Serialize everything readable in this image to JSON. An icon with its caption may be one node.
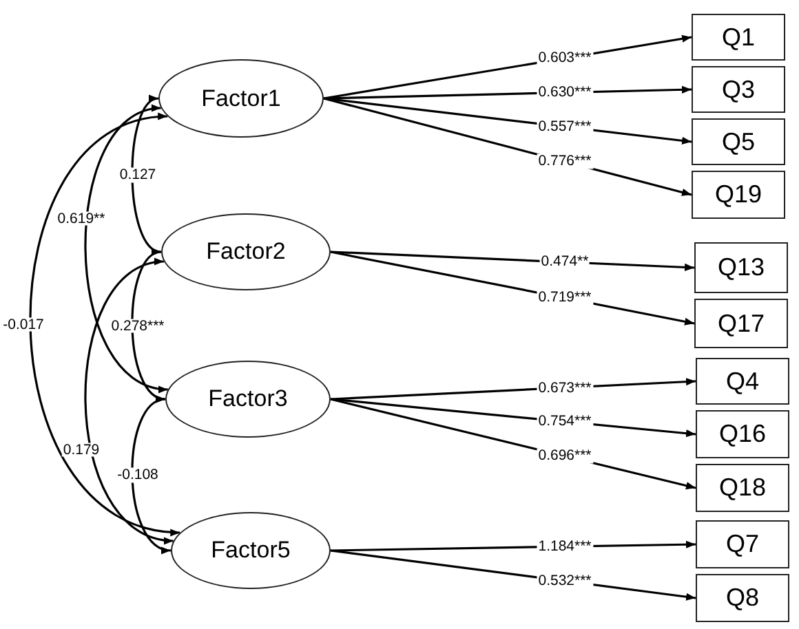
{
  "diagram": {
    "nodes": [
      {
        "text": [
          "Factor1"
        ]
      },
      {
        "text": [
          "Factor2"
        ]
      },
      {
        "text": [
          "Factor3"
        ]
      },
      {
        "text": [
          "Factor5"
        ]
      },
      {
        "text": [
          "Q1"
        ]
      },
      {
        "text": [
          "Q3"
        ]
      },
      {
        "text": [
          "Q5"
        ]
      },
      {
        "text": [
          "Q19"
        ]
      },
      {
        "text": [
          "Q13"
        ]
      },
      {
        "text": [
          "Q17"
        ]
      },
      {
        "text": [
          "Q4"
        ]
      },
      {
        "text": [
          "Q16"
        ]
      },
      {
        "text": [
          "Q18"
        ]
      },
      {
        "text": [
          "Q7"
        ]
      },
      {
        "text": [
          "Q8"
        ]
      }
    ],
    "edges": [
      {
        "from": 0,
        "to": 1,
        "arrow": "both",
        "label": "0.127"
      },
      {
        "from": 1,
        "to": 2,
        "arrow": "both",
        "label": "0.278***"
      },
      {
        "from": 2,
        "to": 3,
        "arrow": "both",
        "label": "-0.108"
      },
      {
        "from": 0,
        "to": 2,
        "arrow": "both",
        "label": "0.619**"
      },
      {
        "from": 1,
        "to": 3,
        "arrow": "both",
        "label": "0.179"
      },
      {
        "from": 0,
        "to": 3,
        "arrow": "both",
        "label": "-0.017"
      },
      {
        "from": 0,
        "to": 4,
        "arrow": "to",
        "label": "0.603***"
      },
      {
        "from": 0,
        "to": 5,
        "arrow": "to",
        "label": "0.630***"
      },
      {
        "from": 0,
        "to": 6,
        "arrow": "to",
        "label": "0.557***"
      },
      {
        "from": 0,
        "to": 7,
        "arrow": "to",
        "label": "0.776***"
      },
      {
        "from": 1,
        "to": 8,
        "arrow": "to",
        "label": "0.474**"
      },
      {
        "from": 1,
        "to": 9,
        "arrow": "to",
        "label": "0.719***"
      },
      {
        "from": 2,
        "to": 10,
        "arrow": "to",
        "label": "0.673***"
      },
      {
        "from": 2,
        "to": 11,
        "arrow": "to",
        "label": "0.754***"
      },
      {
        "from": 2,
        "to": 12,
        "arrow": "to",
        "label": "0.696***"
      },
      {
        "from": 3,
        "to": 13,
        "arrow": "to",
        "label": "1.184***"
      },
      {
        "from": 3,
        "to": 14,
        "arrow": "to",
        "label": "0.532***"
      }
    ]
  }
}
